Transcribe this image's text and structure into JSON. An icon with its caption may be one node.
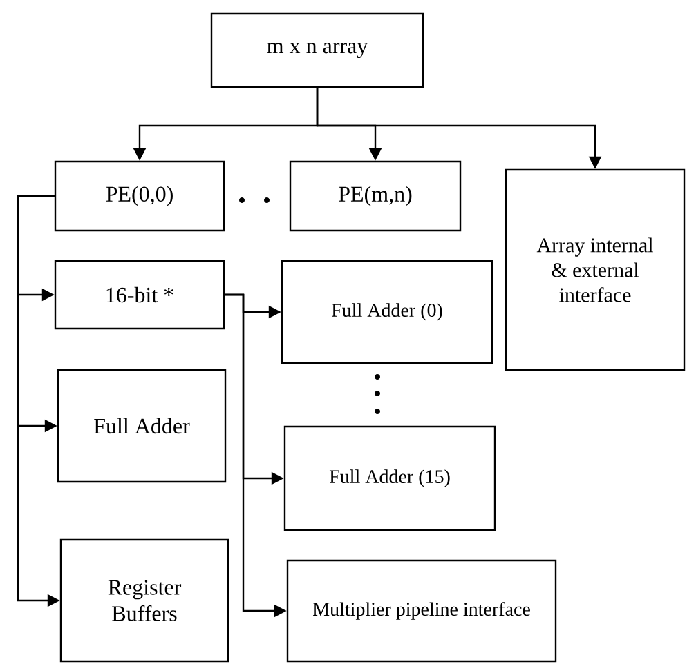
{
  "diagram": {
    "nodes": [
      {
        "text": [
          "m x n array"
        ]
      },
      {
        "text": [
          "PE(0,0)"
        ]
      },
      {
        "text": [
          "PE(m,n)"
        ]
      },
      {
        "text": [
          "Array internal & external interface"
        ]
      },
      {
        "text": [
          "16-bit *"
        ]
      },
      {
        "text": [
          "Full Adder (0)"
        ]
      },
      {
        "text": [
          "Full Adder"
        ]
      },
      {
        "text": [
          "Full Adder (15)"
        ]
      },
      {
        "text": [
          "Register Buffers"
        ]
      },
      {
        "text": [
          "Multiplier pipeline interface"
        ]
      }
    ],
    "edges": [
      {
        "from": 0,
        "to": 1,
        "arrow": "to"
      },
      {
        "from": 0,
        "to": 2,
        "arrow": "to"
      },
      {
        "from": 0,
        "to": 3,
        "arrow": "to"
      },
      {
        "from": 1,
        "to": 4,
        "arrow": "to"
      },
      {
        "from": 1,
        "to": 6,
        "arrow": "to"
      },
      {
        "from": 1,
        "to": 8,
        "arrow": "to"
      },
      {
        "from": 4,
        "to": 5,
        "arrow": "to"
      },
      {
        "from": 4,
        "to": 7,
        "arrow": "to"
      },
      {
        "from": 4,
        "to": 9,
        "arrow": "to"
      }
    ]
  }
}
